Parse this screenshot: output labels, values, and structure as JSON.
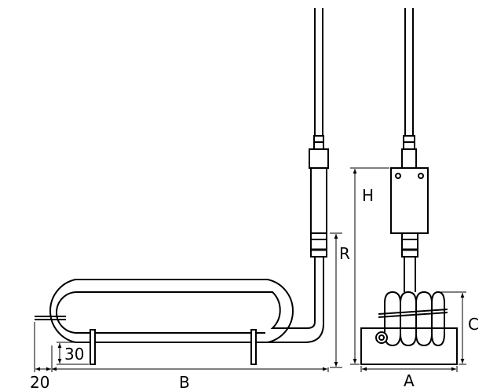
{
  "labels": {
    "A": "A",
    "B": "B",
    "C": "C",
    "H": "H",
    "R": "R",
    "d20": "20",
    "d30": "30"
  },
  "colors": {
    "stroke": "#000000",
    "background": "#ffffff"
  }
}
